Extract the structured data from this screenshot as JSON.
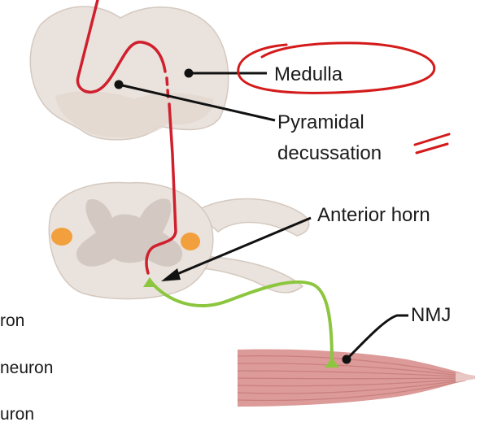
{
  "labels": {
    "medulla": "Medulla",
    "pyramidal_line1": "Pyramidal",
    "pyramidal_line2": "decussation",
    "anterior_horn": "Anterior horn",
    "nmj": "NMJ"
  },
  "legend_partial": {
    "line1": "ron",
    "line2": "neuron",
    "line3": "uron"
  },
  "colors": {
    "tissue": "#eae2dc",
    "tissue_outline": "#d4c9c0",
    "gray_matter": "#d3c9c2",
    "upper_motor_neuron": "#d0202e",
    "lower_motor_neuron": "#8cc63f",
    "nucleus": "#f2a03d",
    "muscle": "#dc9a98",
    "muscle_stripe": "#c47a78",
    "annotation_ink": "#d41a1a",
    "pointer": "#111111"
  }
}
